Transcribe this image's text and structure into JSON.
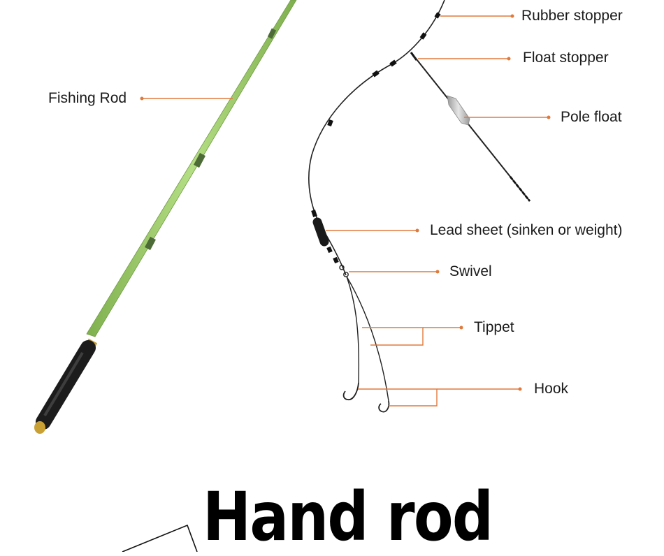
{
  "labels": {
    "fishing_rod": "Fishing Rod",
    "rubber_stopper": "Rubber stopper",
    "float_stopper": "Float stopper",
    "pole_float": "Pole float",
    "lead_sheet": "Lead sheet (sinken or weight)",
    "swivel": "Swivel",
    "tippet": "Tippet",
    "hook": "Hook"
  },
  "title": "Hand rod",
  "colors": {
    "rod_green": "#9ccc6a",
    "rod_dark": "#5a7a40",
    "handle": "#1c1c1c",
    "brass": "#c9a033",
    "leader_line": "#e07a3c",
    "fishing_line": "#222222",
    "float_body": "#c9c9c9"
  }
}
